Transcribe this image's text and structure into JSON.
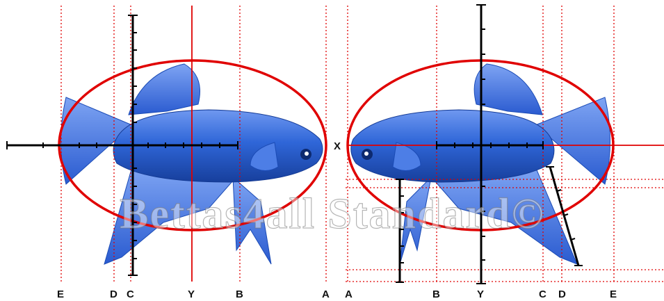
{
  "colors": {
    "guide_red": "#e00000",
    "axis_black": "#000000",
    "fish_blue": "#2f66d8",
    "fish_dark": "#1740a8",
    "fin_light": "#6e97ef"
  },
  "watermark": "Bettas4all Standard©",
  "left_panel": {
    "labels": {
      "E": "E",
      "D": "D",
      "C": "C",
      "Y": "Y",
      "B": "B",
      "A": "A"
    }
  },
  "center_label": "X",
  "right_panel": {
    "labels": {
      "A": "A",
      "B": "B",
      "Y": "Y",
      "C": "C",
      "D": "D",
      "E": "E"
    }
  },
  "icons": {
    "left_fish": "betta-fish-facing-right",
    "right_fish": "betta-fish-facing-left"
  }
}
